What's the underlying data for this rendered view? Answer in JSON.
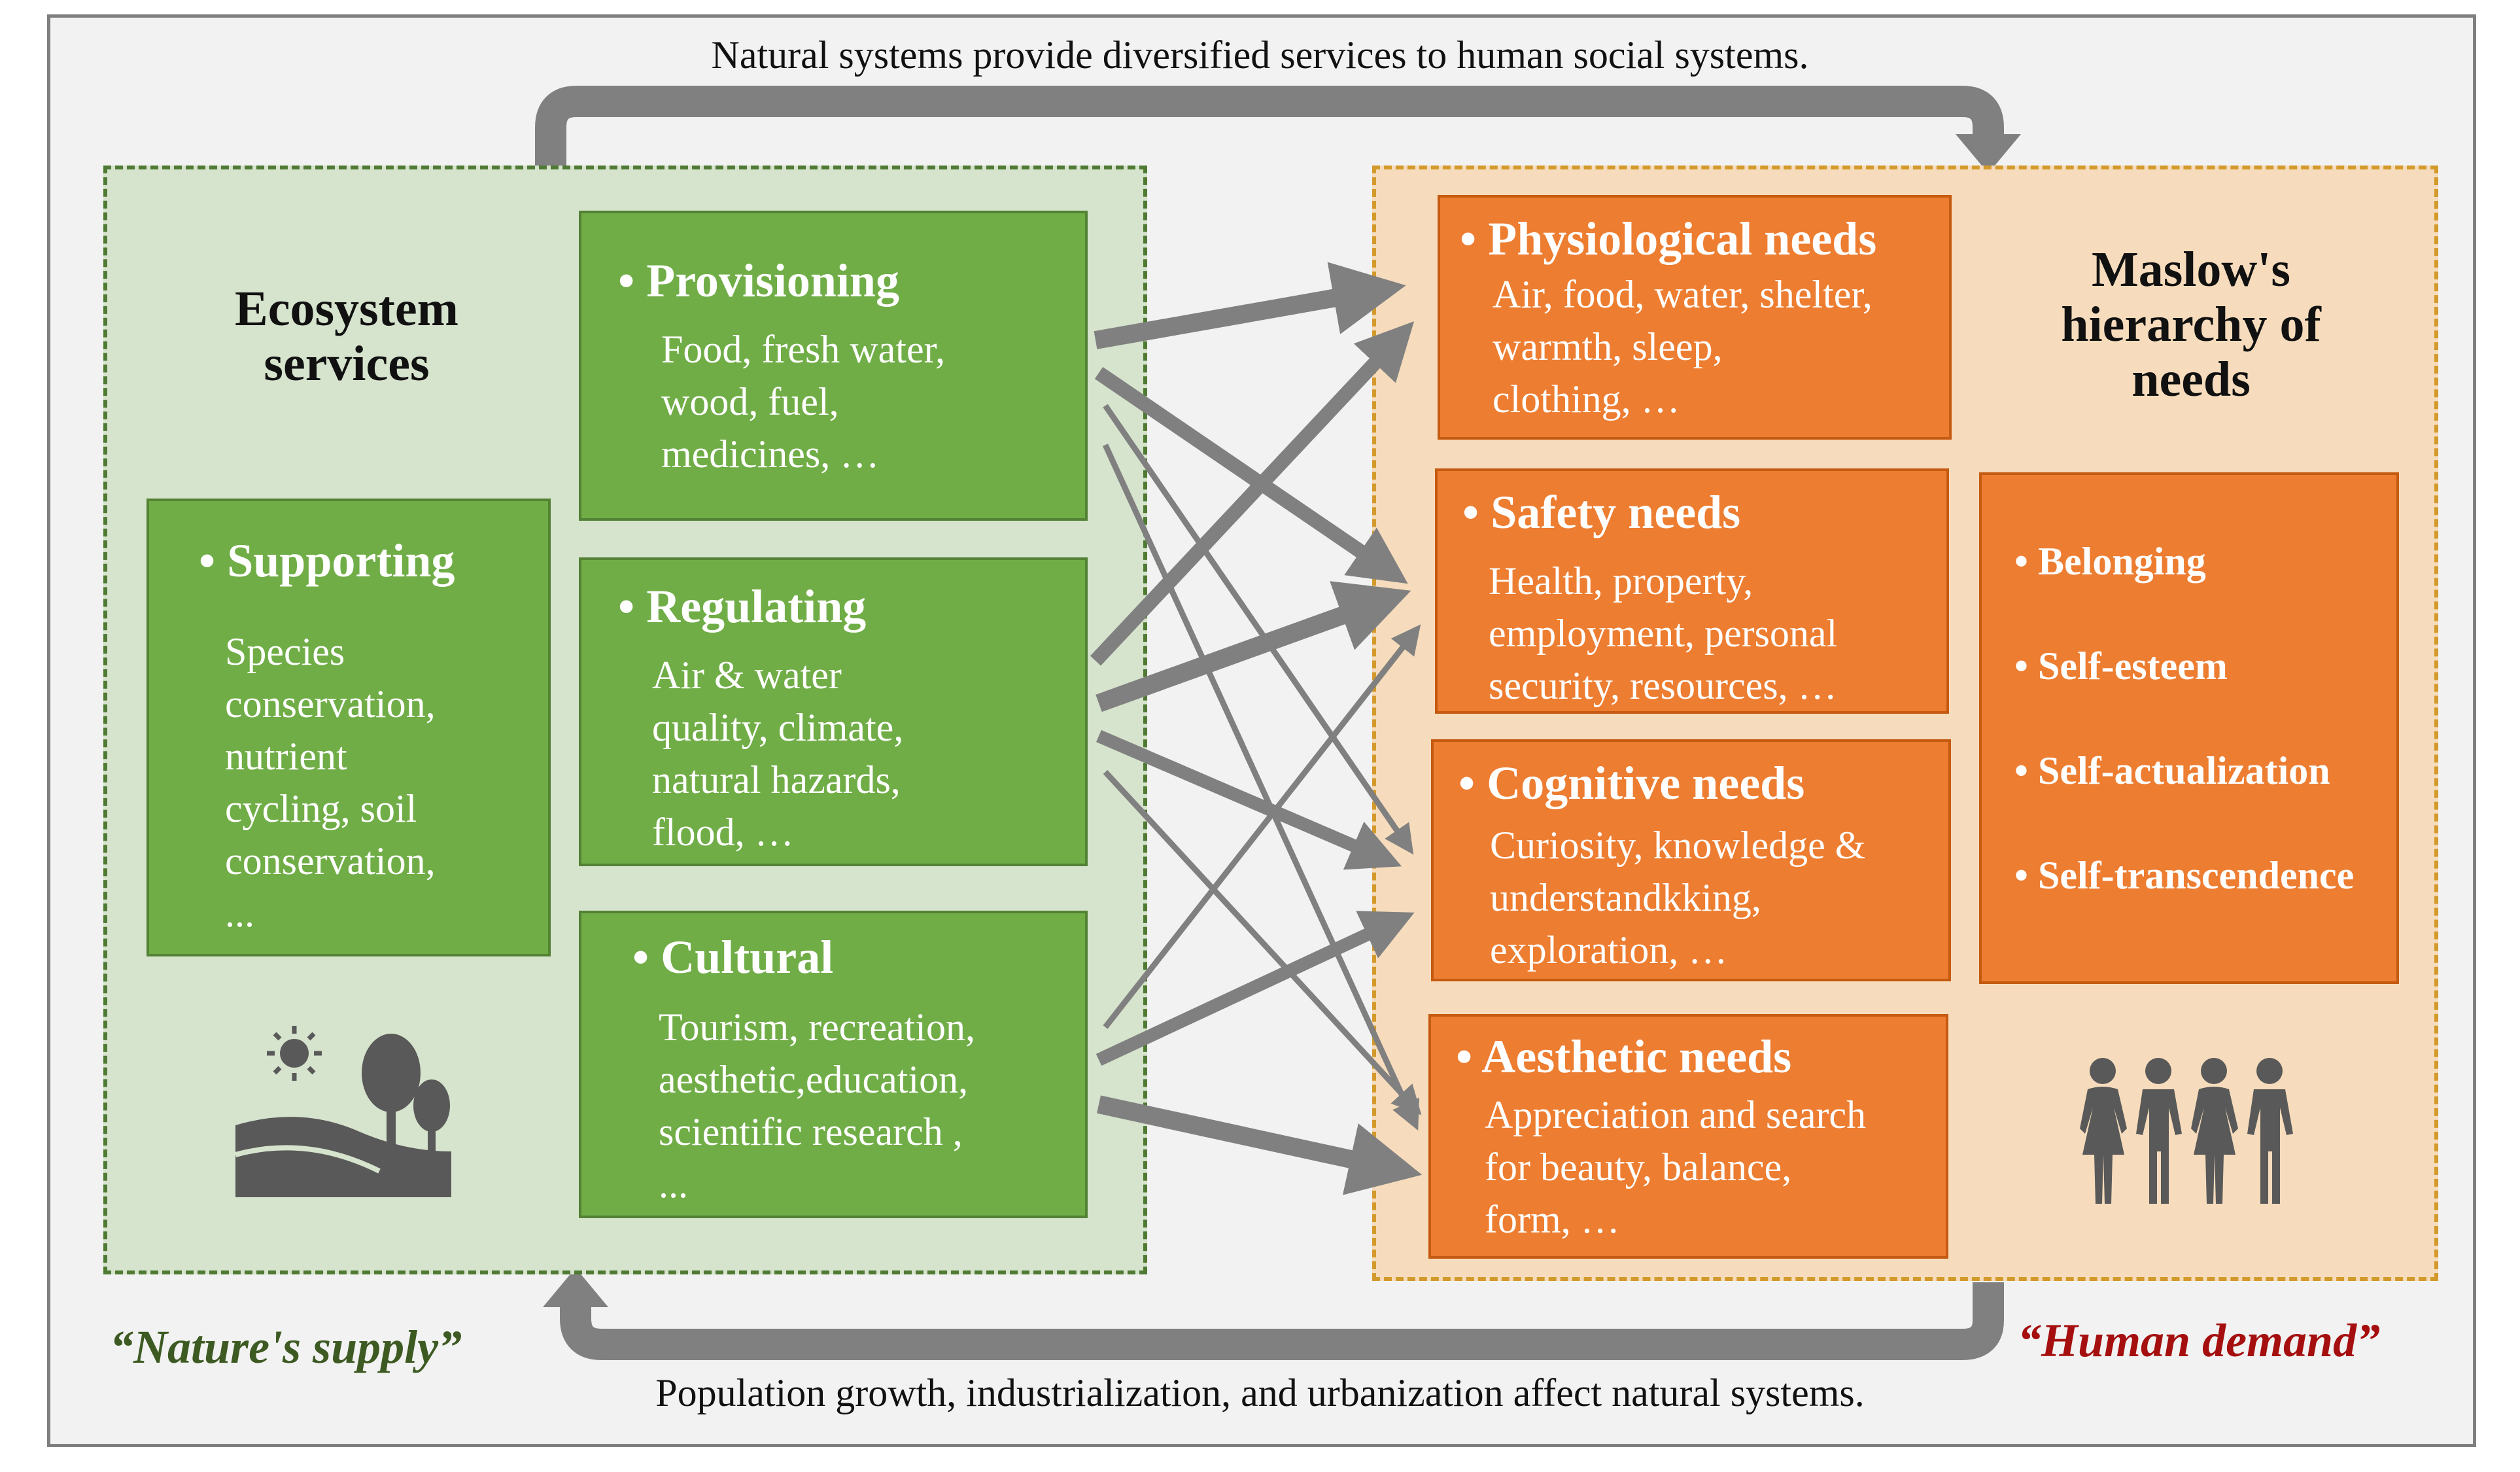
{
  "top_caption": "Natural systems provide diversified services to human social systems.",
  "bottom_caption": "Population growth, industrialization, and urbanization affect natural systems.",
  "ecosystem": {
    "title_line1": "Ecosystem",
    "title_line2": "services",
    "supporting": {
      "title": "• Supporting",
      "body": "Species\nconservation,\nnutrient\ncycling, soil\nconservation,\n..."
    },
    "provisioning": {
      "title": "• Provisioning",
      "body": "Food, fresh water,\nwood, fuel,\nmedicines, …"
    },
    "regulating": {
      "title": "• Regulating",
      "body": "Air & water\nquality, climate,\nnatural hazards,\nflood, …"
    },
    "cultural": {
      "title": "• Cultural",
      "body": "Tourism, recreation,\naesthetic,education,\nscientific research ,\n..."
    },
    "supply_label": "“Nature's supply”",
    "icon": "landscape-sun-trees-icon"
  },
  "maslow": {
    "title_line1": "Maslow's",
    "title_line2": "hierarchy of",
    "title_line3": "needs",
    "physiological": {
      "title": "• Physiological needs",
      "body": "Air, food, water, shelter,\nwarmth, sleep,\nclothing, …"
    },
    "safety": {
      "title": "• Safety needs",
      "body": "Health, property,\nemployment,    personal\nsecurity, resources, …"
    },
    "cognitive": {
      "title": "• Cognitive needs",
      "body": "Curiosity, knowledge &\nunderstandkking,\nexploration, …"
    },
    "aesthetic": {
      "title": "• Aesthetic needs",
      "body": "Appreciation and search\nfor beauty, balance,\nform, …"
    },
    "higher": [
      "• Belonging",
      "• Self-esteem",
      "• Self-actualization",
      "• Self-transcendence"
    ],
    "demand_label": "“Human demand”",
    "icon": "people-group-icon"
  },
  "colors": {
    "green_box": "#70ad47",
    "green_dark": "#3d5a22",
    "orange_box": "#ed7d31",
    "demand_red": "#a50f0f",
    "arrow_gray": "#808080",
    "icon_gray": "#595959"
  }
}
